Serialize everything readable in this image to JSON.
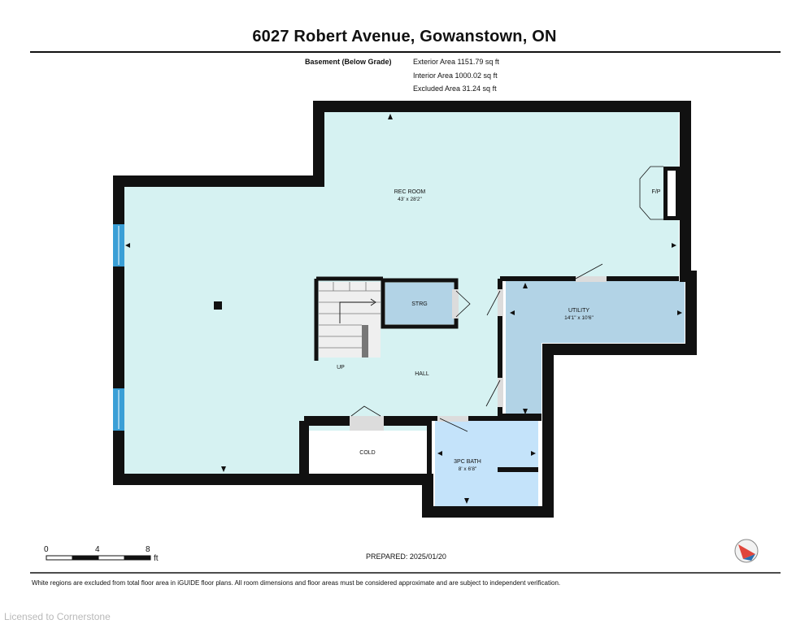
{
  "title": "6027 Robert Avenue, Gowanstown, ON",
  "level": {
    "name": "Basement (Below Grade)",
    "areas": [
      "Exterior Area 1151.79 sq ft",
      "Interior Area 1000.02 sq ft",
      "Excluded Area 31.24 sq ft"
    ]
  },
  "rooms": {
    "rec_room": {
      "name": "REC ROOM",
      "dims": "43' x 28'2\""
    },
    "fireplace": {
      "name": "F/P"
    },
    "storage": {
      "name": "STRG"
    },
    "utility": {
      "name": "UTILITY",
      "dims": "14'1\" x 10'6\""
    },
    "stairs": {
      "name": "UP"
    },
    "hall": {
      "name": "HALL"
    },
    "cold": {
      "name": "COLD"
    },
    "bath": {
      "name": "3PC BATH",
      "dims": "8' x 6'8\""
    }
  },
  "scale": {
    "ticks": [
      "0",
      "4",
      "8"
    ],
    "unit": "ft"
  },
  "prepared": "PREPARED: 2025/01/20",
  "disclaimer": "White regions are excluded from total floor area in iGUIDE floor plans. All room dimensions and floor areas must be considered approximate and are subject to independent verification.",
  "license": "Licensed to Cornerstone",
  "colors": {
    "interior": "#d6f2f2",
    "utility": "#b2d3e6",
    "bath": "#c4e3fa",
    "storage": "#b2d3e6",
    "wall": "#111111",
    "window": "#3a9fd6",
    "stairs": "#efefef",
    "compass": "#e0463c"
  }
}
